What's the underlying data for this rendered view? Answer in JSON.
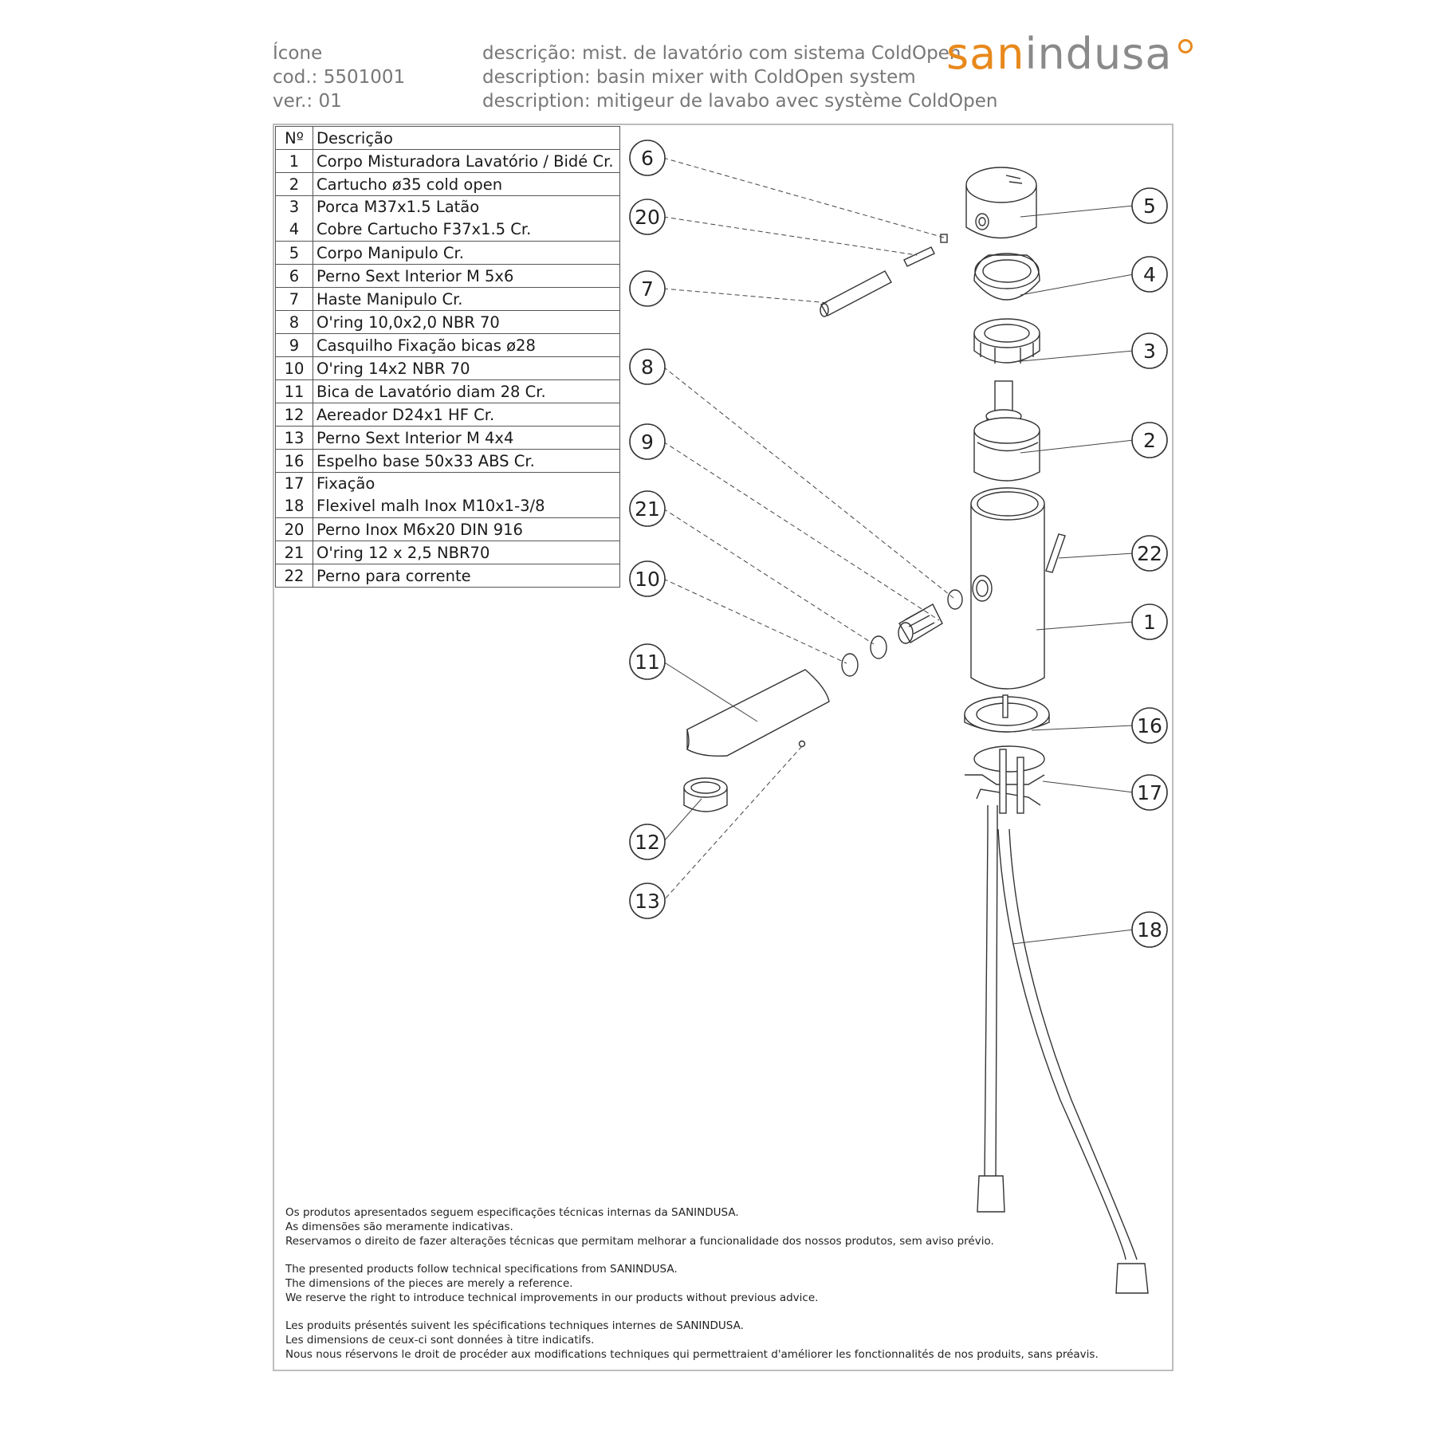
{
  "header": {
    "left": [
      "Ícone",
      "cod.: 5501001",
      "ver.: 01"
    ],
    "descriptions": [
      "descrição: mist. de lavatório com sistema ColdOpen",
      "description: basin mixer with ColdOpen system",
      "description: mitigeur de lavabo avec système ColdOpen"
    ],
    "logo_part1": "san",
    "logo_part2": "indusa",
    "logo_colors": {
      "accent": "#e8891c",
      "gray": "#8a8a8a"
    }
  },
  "table": {
    "headers": [
      "Nº",
      "Descrição"
    ],
    "rows": [
      {
        "n": [
          "1"
        ],
        "d": [
          "Corpo Misturadora Lavatório / Bidé Cr."
        ]
      },
      {
        "n": [
          "2"
        ],
        "d": [
          "Cartucho ø35 cold open"
        ]
      },
      {
        "n": [
          "3",
          "4"
        ],
        "d": [
          "Porca M37x1.5 Latão",
          "Cobre Cartucho F37x1.5 Cr."
        ]
      },
      {
        "n": [
          "5"
        ],
        "d": [
          "Corpo Manipulo Cr."
        ]
      },
      {
        "n": [
          "6"
        ],
        "d": [
          "Perno Sext Interior M 5x6"
        ]
      },
      {
        "n": [
          "7"
        ],
        "d": [
          "Haste Manipulo Cr."
        ]
      },
      {
        "n": [
          "8"
        ],
        "d": [
          "O'ring 10,0x2,0 NBR 70"
        ]
      },
      {
        "n": [
          "9"
        ],
        "d": [
          "Casquilho Fixação bicas ø28"
        ]
      },
      {
        "n": [
          "10"
        ],
        "d": [
          "O'ring 14x2 NBR 70"
        ]
      },
      {
        "n": [
          "11"
        ],
        "d": [
          "Bica de Lavatório diam 28 Cr."
        ]
      },
      {
        "n": [
          "12"
        ],
        "d": [
          "Aereador D24x1 HF Cr."
        ]
      },
      {
        "n": [
          "13"
        ],
        "d": [
          "Perno Sext Interior M 4x4"
        ]
      },
      {
        "n": [
          "16"
        ],
        "d": [
          "Espelho base 50x33 ABS Cr."
        ]
      },
      {
        "n": [
          "17",
          "18"
        ],
        "d": [
          "Fixação",
          "Flexivel malh Inox M10x1-3/8"
        ]
      },
      {
        "n": [
          "20"
        ],
        "d": [
          "Perno Inox M6x20 DIN 916"
        ]
      },
      {
        "n": [
          "21"
        ],
        "d": [
          "O'ring 12 x 2,5 NBR70"
        ]
      },
      {
        "n": [
          "22"
        ],
        "d": [
          "Perno para corrente"
        ]
      }
    ]
  },
  "callouts": [
    "6",
    "20",
    "7",
    "8",
    "9",
    "21",
    "10",
    "11",
    "12",
    "13",
    "5",
    "4",
    "3",
    "2",
    "22",
    "1",
    "16",
    "17",
    "18"
  ],
  "notes": [
    [
      "Os produtos apresentados seguem especificações técnicas internas da SANINDUSA.",
      "As dimensões são meramente indicativas.",
      "Reservamos o direito de fazer alterações técnicas que permitam melhorar a funcionalidade dos nossos produtos, sem aviso prévio."
    ],
    [
      "The presented products follow technical specifications from SANINDUSA.",
      "The dimensions of the pieces are merely a reference.",
      "We reserve the right to introduce technical improvements in our products without previous advice."
    ],
    [
      "Les produits présentés suivent les spécifications techniques internes de SANINDUSA.",
      "Les dimensions de ceux-ci sont données à titre indicatifs.",
      "Nous nous réservons le droit de procéder aux modifications techniques qui permettraient d'améliorer les fonctionnalités de nos produits, sans préavis."
    ]
  ]
}
